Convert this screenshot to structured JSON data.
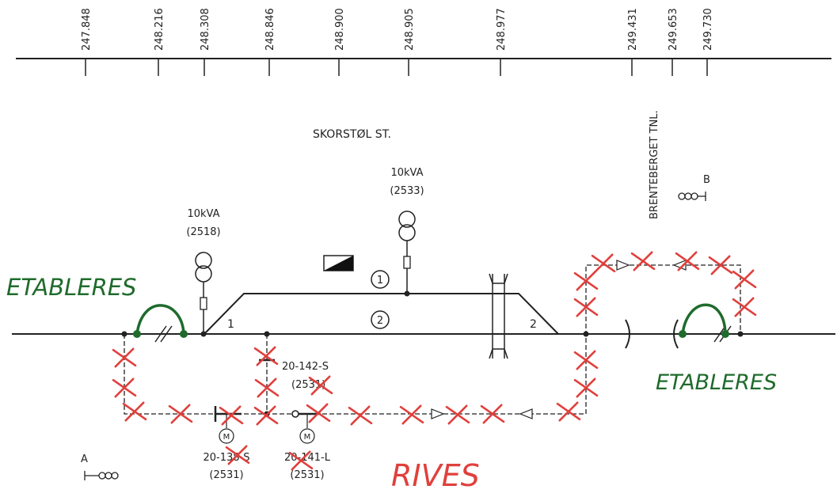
{
  "kilometers": [
    "247.848",
    "248.216",
    "248.308",
    "248.846",
    "248.900",
    "248.905",
    "248.977",
    "249.431",
    "249.653",
    "249.730"
  ],
  "station_name": "SKORSTØL ST.",
  "tunnel_name": "BRENTEBERGET TNL.",
  "transformers": [
    {
      "kva": "10kVA",
      "id": "(2518)"
    },
    {
      "kva": "10kVA",
      "id": "(2533)"
    }
  ],
  "track_numbers": [
    "1",
    "2"
  ],
  "switch_numbers": [
    "1",
    "2"
  ],
  "disconnectors": [
    {
      "code": "20-142-S",
      "id": "(2531)"
    },
    {
      "code": "20-138-S",
      "id": "(2531)"
    },
    {
      "code": "20-141-L",
      "id": "(2531)"
    }
  ],
  "motor_symbol": "M",
  "point_labels": [
    "A",
    "B"
  ],
  "annotations": {
    "establish_left": "ETABLERES",
    "establish_right": "ETABLERES",
    "remove": "RIVES"
  },
  "colors": {
    "ink": "#222222",
    "green": "#1f6b2c",
    "red": "#e0403c"
  }
}
